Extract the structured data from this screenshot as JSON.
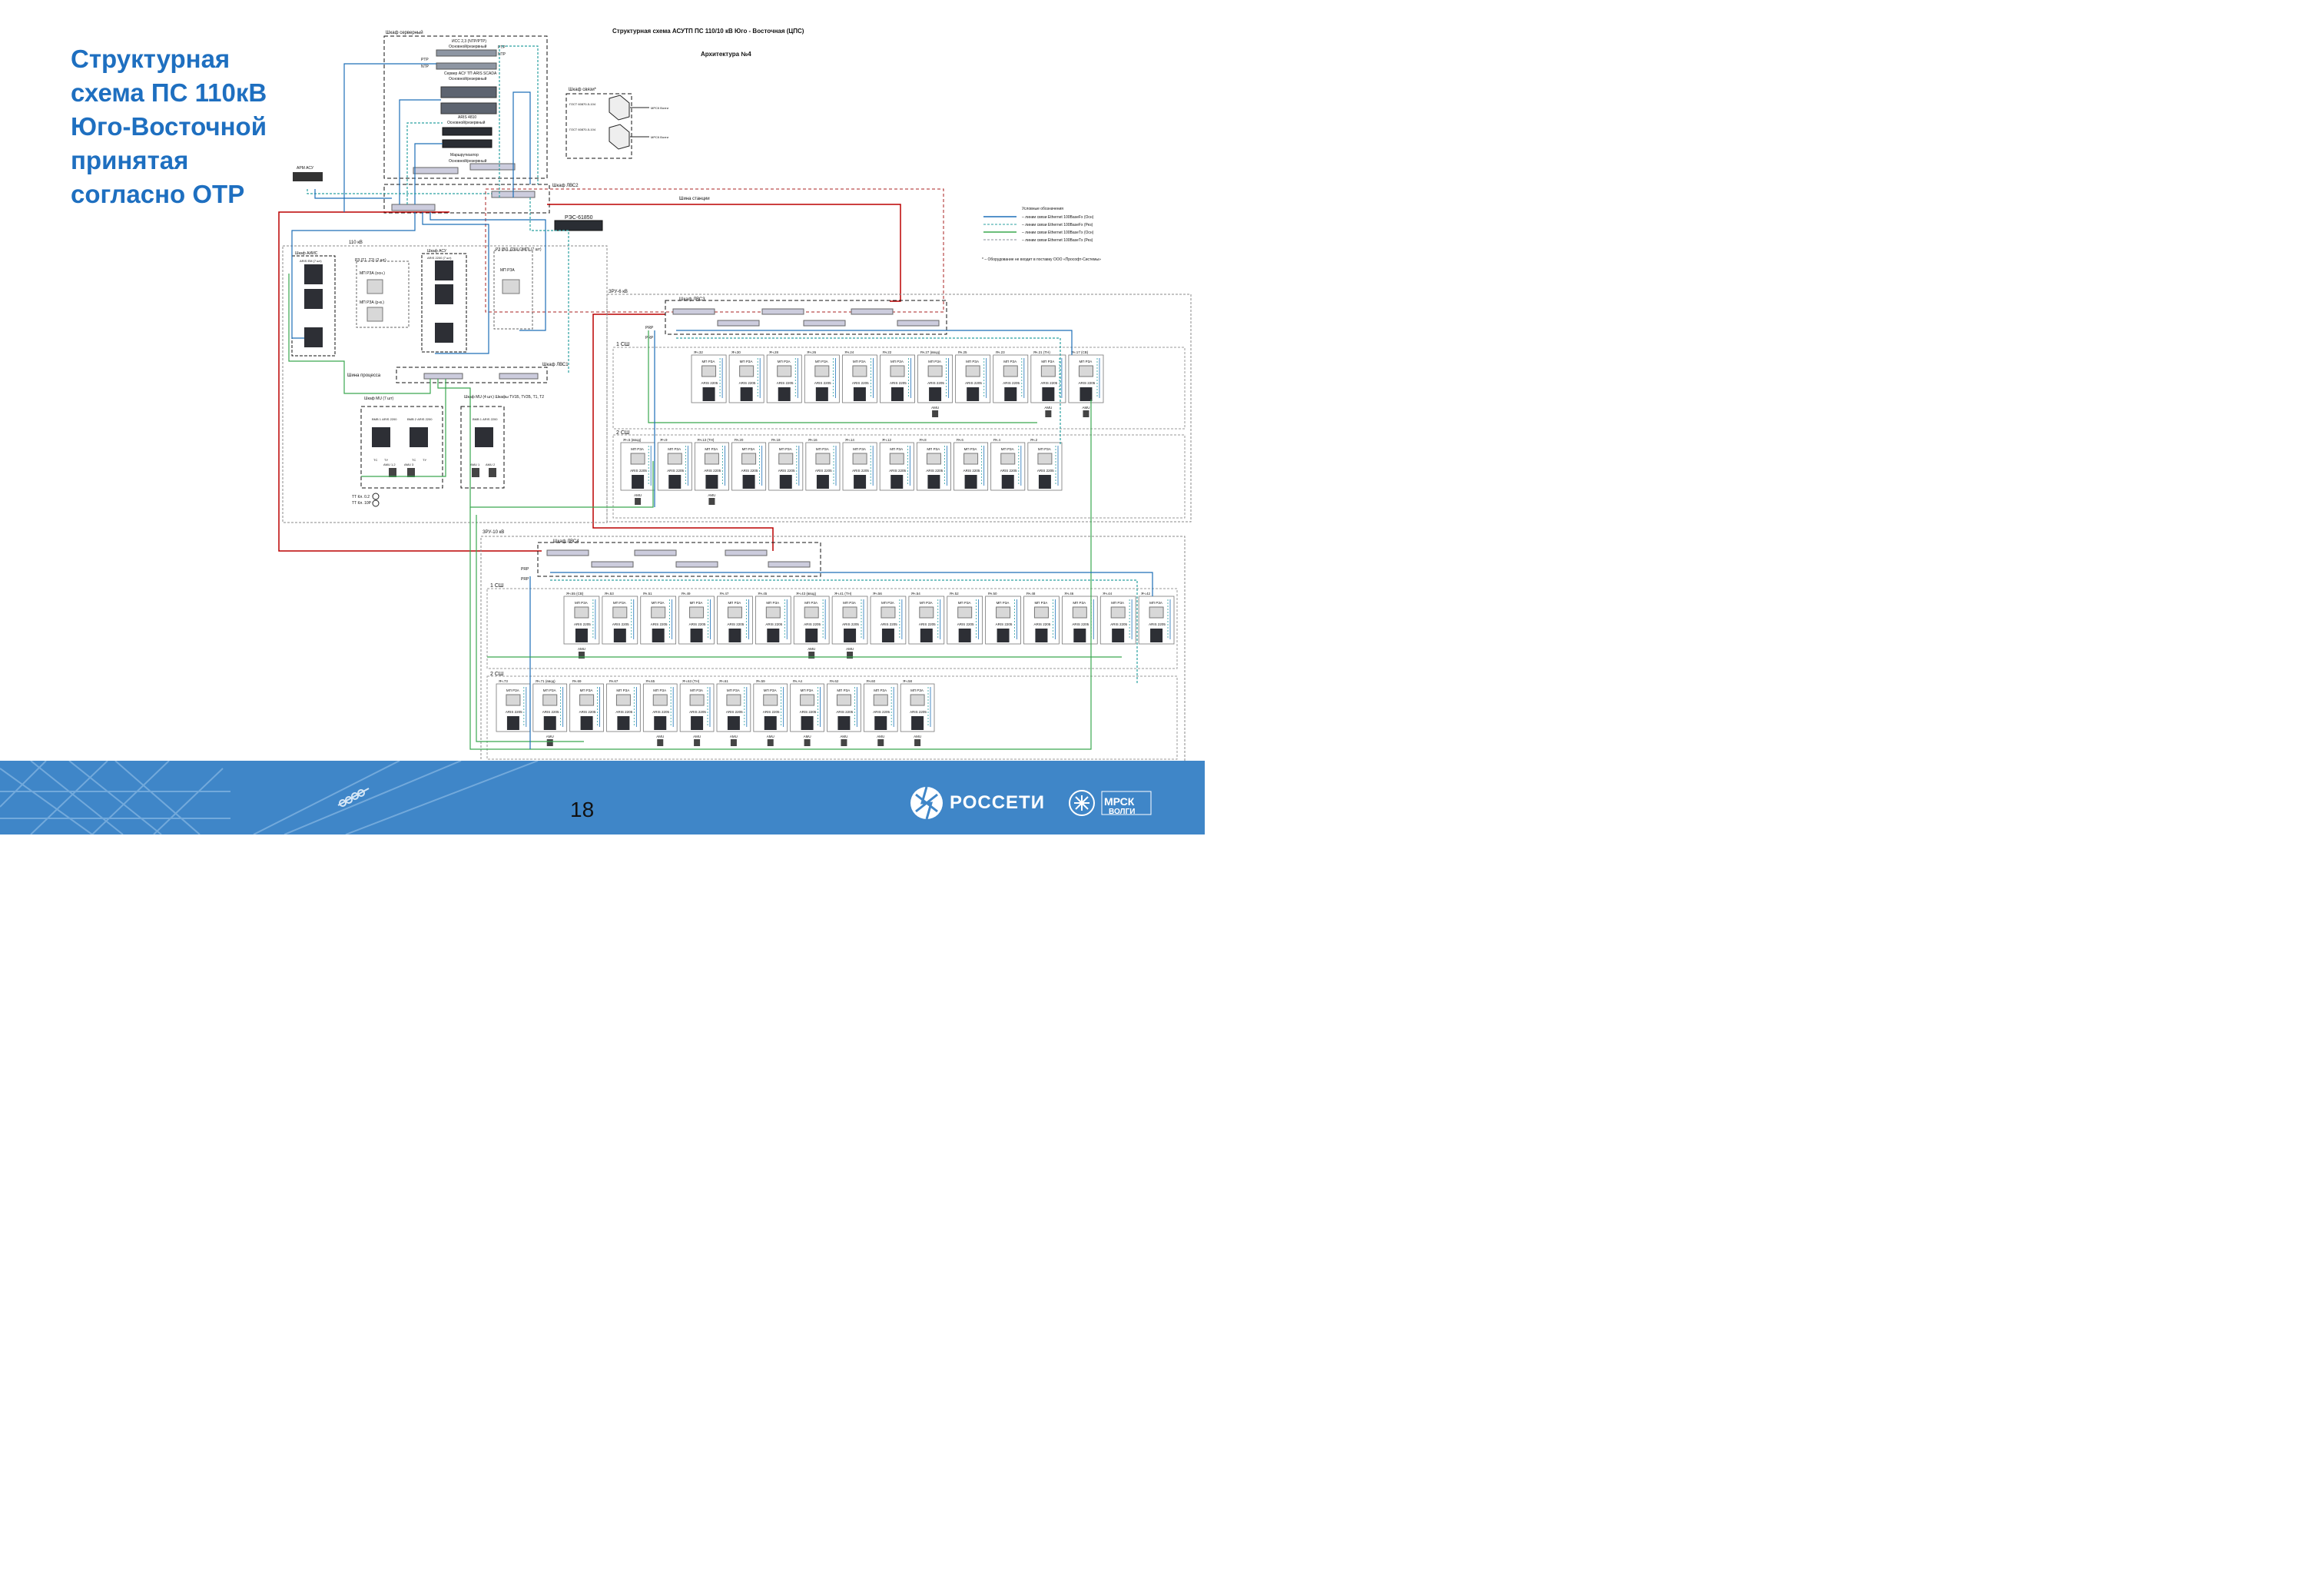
{
  "slide": {
    "title_lines": [
      "Структурная",
      "схема ПС 110кВ",
      "Юго-Восточной",
      "принятая",
      "согласно ОТР"
    ],
    "page_number": "18"
  },
  "diagram": {
    "title": "Структурная схема АСУТП ПС 110/10 кВ Юго - Восточная (ЦПС)",
    "subtitle": "Архитектура №4",
    "server_cabinet": {
      "label": "Шкаф серверный",
      "ptp": "PTP",
      "ntp": "NTP",
      "items": [
        "ИСС 2,3 (NTP/PTP)",
        "Основной/резервный",
        "Сервер АСУ ТП ARIS SCADA",
        "Основной/резервный",
        "ARIS 4810",
        "Основной/резервный",
        "Маршрутизатор",
        "Основной/резервный"
      ]
    },
    "comm_cabinet": {
      "label": "Шкаф связи*",
      "lines": [
        "ГОСТ 60870-5-104",
        "ГОСТ 60870-5-104"
      ],
      "targets": [
        "МРСК Волги",
        "МРСК Волги"
      ]
    },
    "arm": "АРМ АСУ",
    "lvs2": "Шкаф ЛВС2",
    "station_bus": "Шина станции",
    "res": "РЭС-61850",
    "section_110": "110 кВ",
    "aiis": {
      "label": "Шкаф АИИС",
      "device": "ARIS EM (7 шт)"
    },
    "rz_t": {
      "label": "РЗ (Т1, Т2) (2 шт)",
      "dev_main": "МП РЗА (осн.)",
      "dev_res": "МП РЗА (р-в.)"
    },
    "acu": {
      "label": "Шкаф АСУ",
      "device": "ARIS 2200 (7 шт)"
    },
    "rz_vl": {
      "label": "РЗ (ВЛ, ДЗШ,ОМП) (7 шт)",
      "device": "МП РЗА"
    },
    "lvs1": "Шкаф ЛВС1",
    "process_bus": "Шина процесса",
    "mu_cabinet": {
      "label": "Шкаф MU (7 шт)",
      "devices": [
        "ВМВ 1 ARIS 2200",
        "ВМВ 2 ARIS 2200"
      ],
      "amu": [
        "AMU 1,2",
        "AMU 3"
      ]
    },
    "mu_cabinet2": {
      "label": "Шкаф MU (4 шт.) Шкафы TV1Б, TV2Б, Т1, Т2",
      "device": "ВМВ 1 ARIS 2200",
      "amu": [
        "AMU 1",
        "AMU 2"
      ]
    },
    "tt": [
      "ТТ Кл. 0.2",
      "ТТ Кл. 10Р"
    ],
    "tt_labels": [
      "ТС",
      "ТУ",
      "ТС",
      "ТУ"
    ],
    "legend": {
      "title": "Условные обозначения",
      "items": [
        "– линии связи Ethernet 100BaseFx (Осн)",
        "– линии связи Ethernet 100BaseFx (Рез)",
        "– линии связи Ethernet 100BaseTx (Осн)",
        "– линии связи Ethernet 100BaseTx (Рез)"
      ],
      "note": "* – Оборудование не входит в поставку ООО «Прософт-Системы»",
      "colors": [
        "#1d6fb8",
        "#2aa0a0",
        "#3aa84f",
        "#8a8f99"
      ]
    },
    "zru6": {
      "label": "ЗРУ-6 кВ",
      "lvs": "Шкаф ЛВС3",
      "prp": "PRP",
      "bus1": "1 СШ",
      "bus2": "2 СШ",
      "row1": [
        "Яч.32",
        "Яч.30",
        "Яч.28",
        "Яч.26",
        "Яч.24",
        "Яч.22",
        "Яч.27 (ввод)",
        "Яч.25",
        "Яч.23",
        "Яч.21 (ТН)",
        "Яч.17 (СВ)"
      ],
      "row2": [
        "Яч.5 (ввод)",
        "Яч.9",
        "Яч.13 (ТН)",
        "Яч.20",
        "Яч.18",
        "Яч.16",
        "Яч.14",
        "Яч.12",
        "Яч.8",
        "Яч.6",
        "Яч.4",
        "Яч.2"
      ],
      "device_top": "МП РЗА",
      "device_bottom": "ARIS 2205",
      "amu": "AMU"
    },
    "zru10": {
      "label": "ЗРУ-10 кВ",
      "lvs": "Шкаф ЛВС4",
      "prp": "PRP",
      "bus1": "1 СШ",
      "bus2": "2 СШ",
      "row1": [
        "Яч.55 (СВ)",
        "Яч.53",
        "Яч.51",
        "Яч.49",
        "Яч.47",
        "Яч.45",
        "Яч.43 (ввод)",
        "Яч.41 (ТН)",
        "Яч.56",
        "Яч.54",
        "Яч.52",
        "Яч.50",
        "Яч.48",
        "Яч.46",
        "Яч.44",
        "Яч.42"
      ],
      "row2": [
        "Яч.73",
        "Яч.71 (ввод)",
        "Яч.69",
        "Яч.67",
        "Яч.65",
        "Яч.63 (ТН)",
        "Яч.61",
        "Яч.59",
        "Яч.A4",
        "Яч.62",
        "Яч.60",
        "Яч.58"
      ],
      "device_top": "МП РЗА",
      "device_bottom": "ARIS 2205",
      "amu": "AMU"
    }
  },
  "footer": {
    "brand": "РОССЕТИ",
    "brand2": "МРСК ВОЛГИ",
    "band_color": "#3f86c8"
  }
}
